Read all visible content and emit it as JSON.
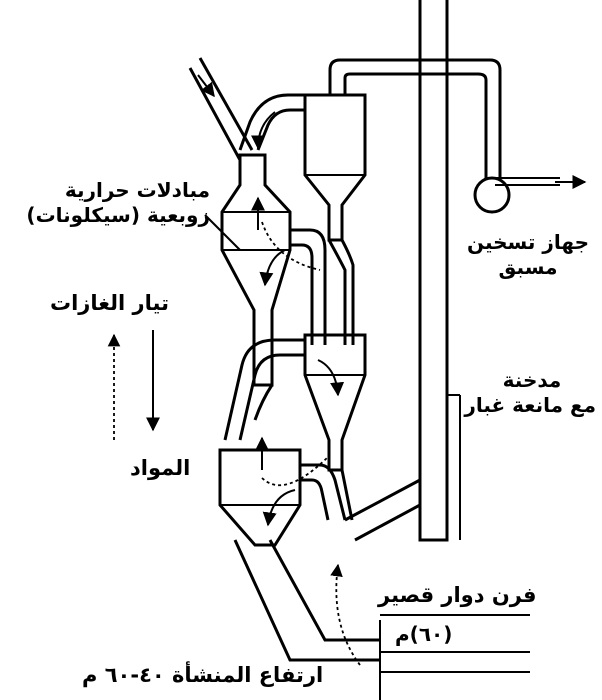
{
  "labels": {
    "cyclones": [
      "مبادلات حرارية",
      "زوبعية (سيكلونات)"
    ],
    "preheater": [
      "جهاز تسخين",
      "مسبق"
    ],
    "chimney": [
      "مدخنة",
      "مع مانعة غبار"
    ],
    "gas_flow": "تيار الغازات",
    "material": "المواد",
    "kiln": "فرن دوار قصير",
    "kiln_size": "(٦٠)م",
    "height": "ارتفاع المنشأة ٤٠-٦٠ م"
  },
  "colors": {
    "ink": "#000000",
    "paper": "#ffffff"
  }
}
